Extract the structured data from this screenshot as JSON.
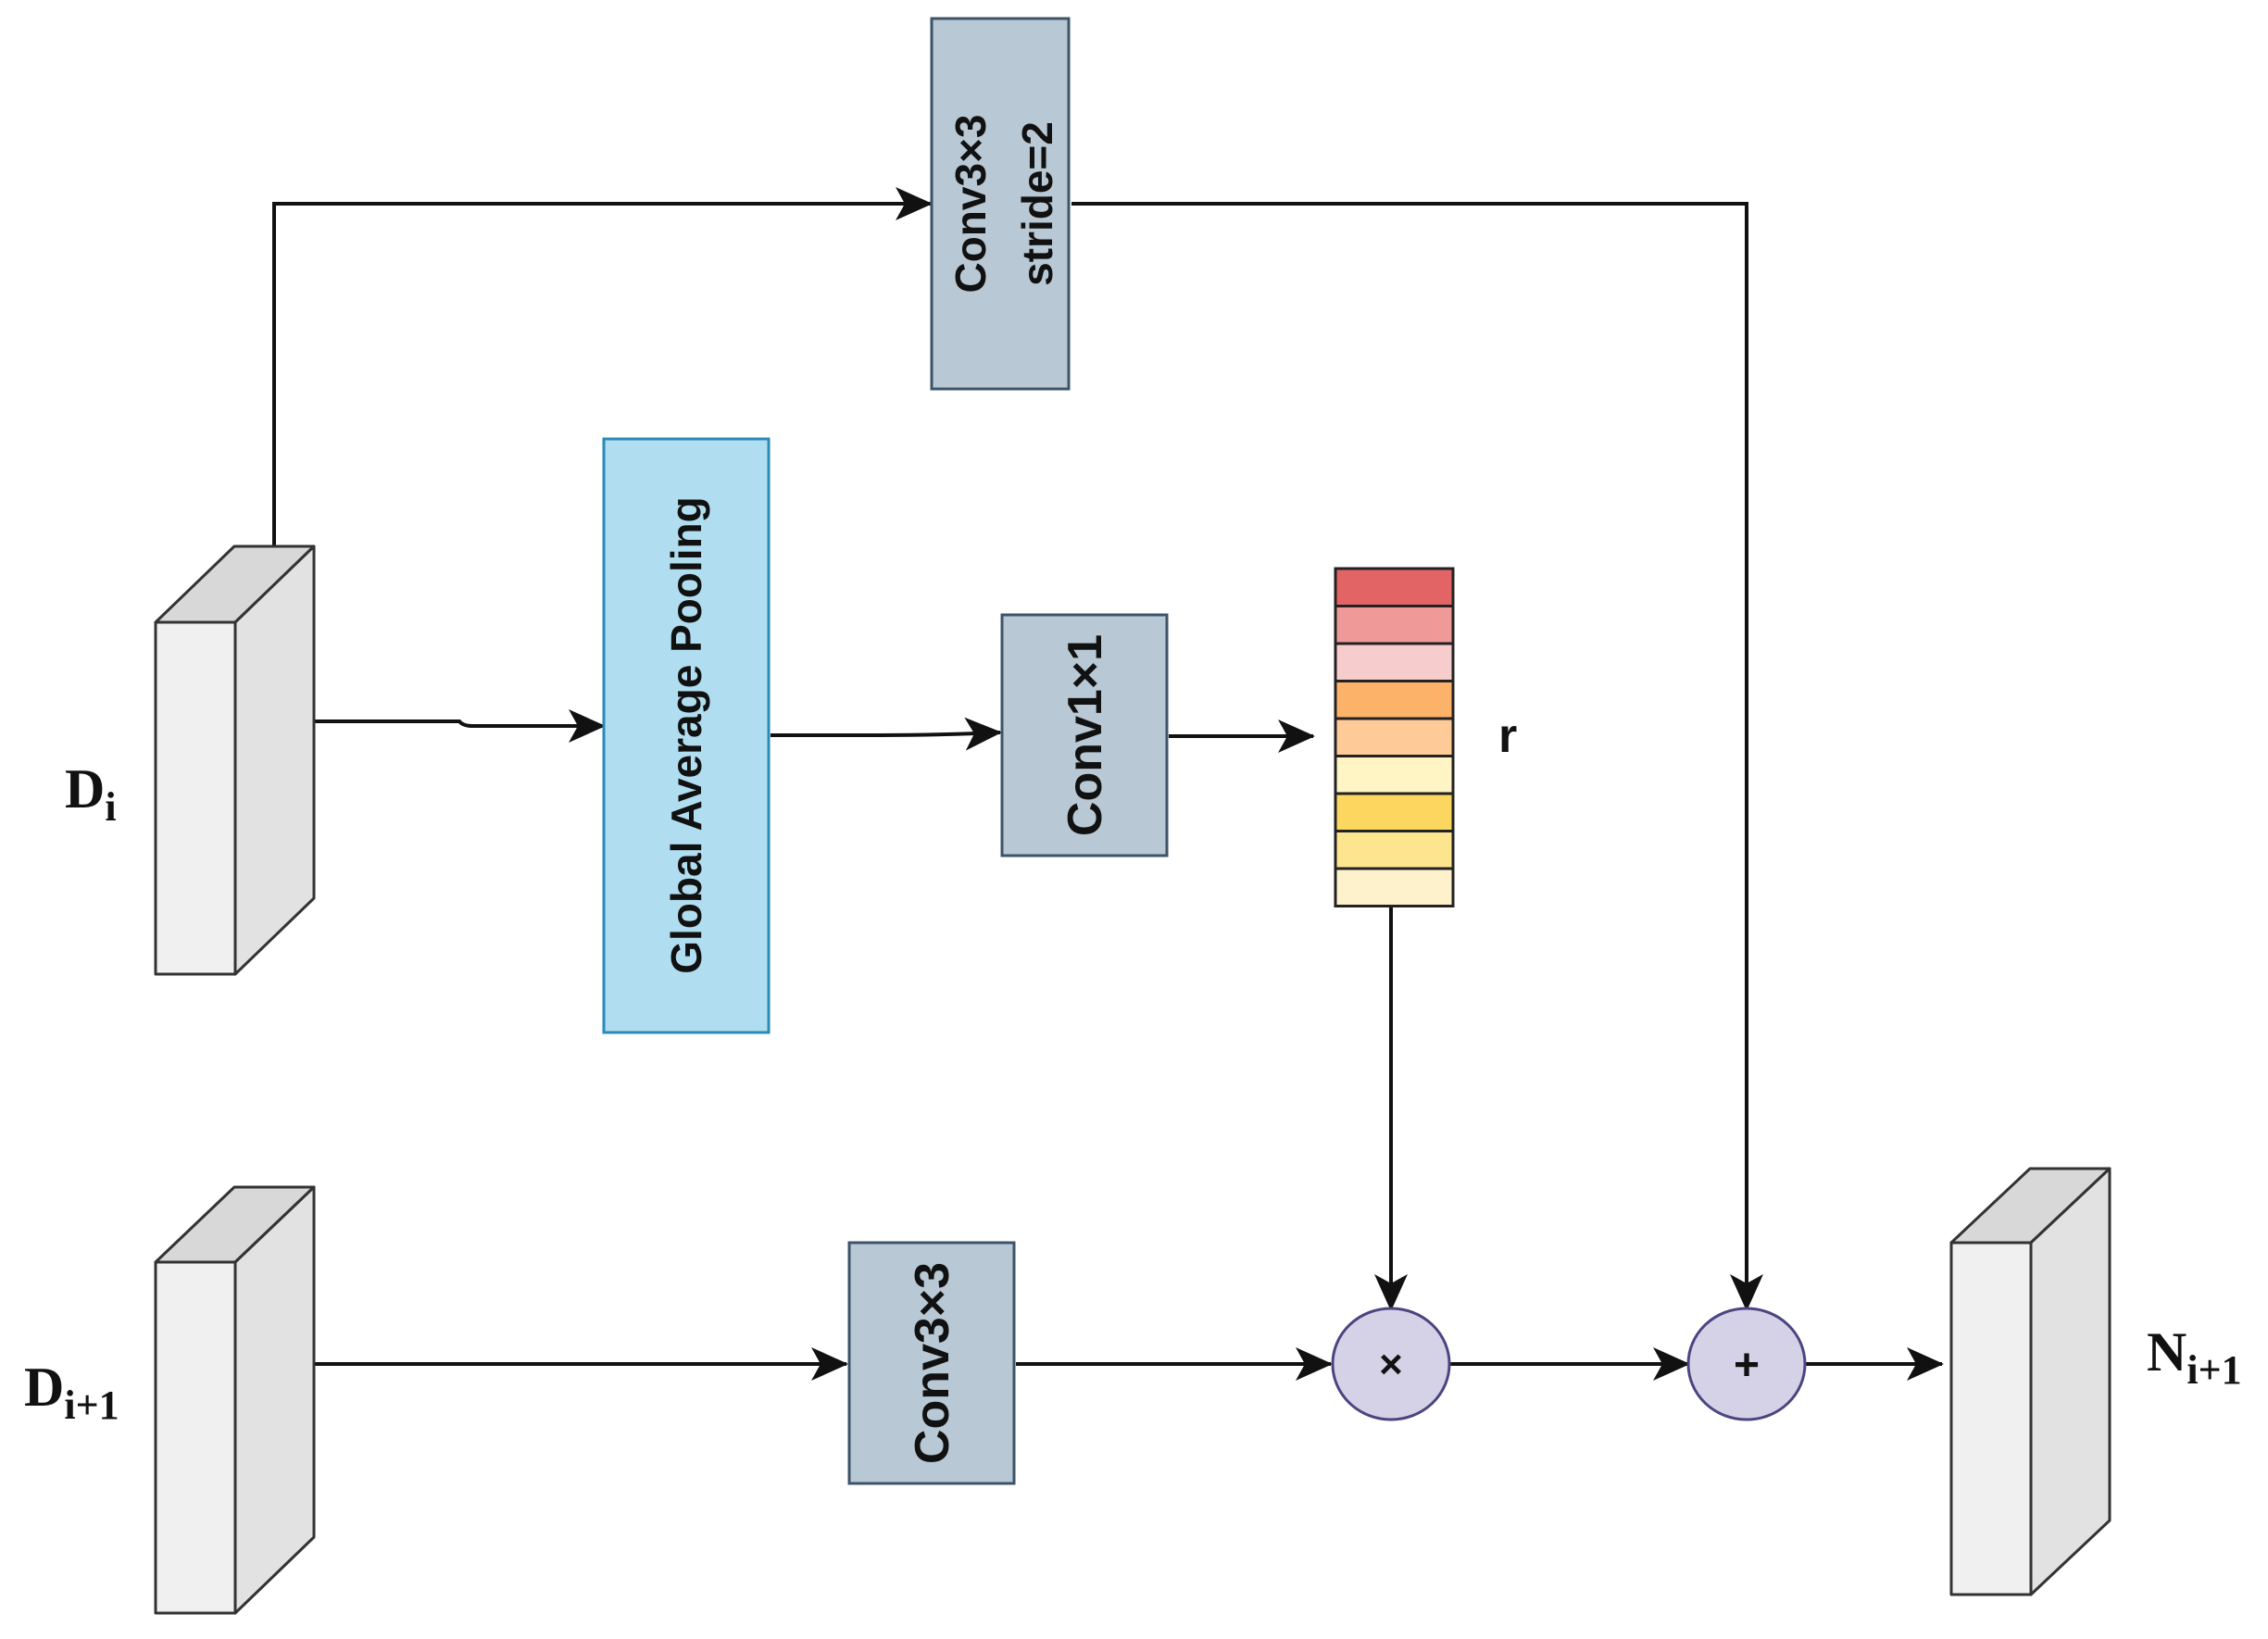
{
  "diagram": {
    "labels": {
      "di_base": "D",
      "di_sub": "i",
      "di1_base": "D",
      "di1_sub": "i+1",
      "ni1_base": "N",
      "ni1_sub": "i+1",
      "r": "r"
    },
    "blocks": {
      "conv3x3_stride_line1": "Conv3×3",
      "conv3x3_stride_line2": "stride=2",
      "gap": "Global Average Pooling",
      "conv1x1": "Conv1×1",
      "conv3x3": "Conv3×3"
    },
    "ops": {
      "multiply": "×",
      "add": "+"
    },
    "colors": {
      "conv_fill": "#b8c8d4",
      "conv_stroke": "#3d5468",
      "gap_fill": "#b0def0",
      "gap_stroke": "#2a8ab8",
      "op_fill": "#d5d2e8",
      "op_stroke": "#4a4580",
      "tensor_front": "#f0f0f0",
      "tensor_side": "#e2e2e2",
      "tensor_top": "#d8d8d8",
      "vector_cells": [
        "#e36464",
        "#ef9a98",
        "#f6cccc",
        "#fdb26a",
        "#fecb98",
        "#fef4c4",
        "#fbd760",
        "#fde48e",
        "#fef2cc"
      ]
    }
  }
}
